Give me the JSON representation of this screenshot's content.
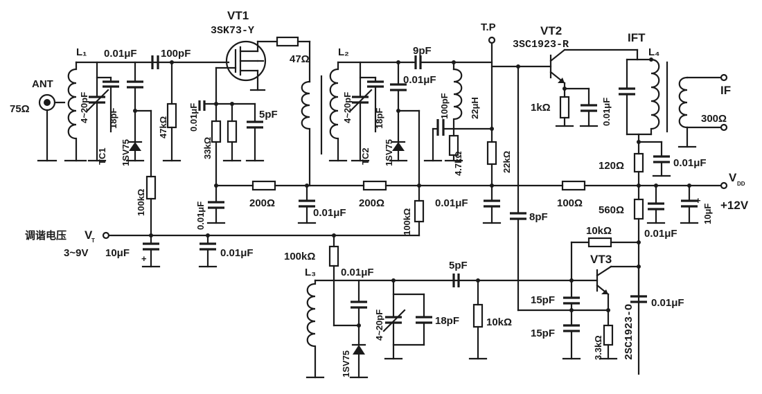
{
  "labels": {
    "ant": "ANT",
    "ohm75": "75Ω",
    "l1": "L₁",
    "l2": "L₂",
    "l3": "L₃",
    "l4": "L₄",
    "vt1": "VT1",
    "vt1_part": "3SK73-Y",
    "vt2": "VT2",
    "vt2_part": "3SC1923-R",
    "vt3": "VT3",
    "vt3_part": "2SC1923-O",
    "tp": "T.P",
    "ift": "IFT",
    "if_out": "IF",
    "if_ohm": "300Ω",
    "vdd": "V",
    "vdd_sub": "DD",
    "plus12": "+12V",
    "tune": "调谐电压",
    "vt": "V",
    "vt_sub": "T",
    "tune_range": "3~9V",
    "tc1": "TC1",
    "tc2": "TC2",
    "d1": "1SV75",
    "d2": "1SV75",
    "d3": "1SV75",
    "plus": "+"
  },
  "components": {
    "c_in_001": "0.01μF",
    "c_100p": "100pF",
    "r_47": "47Ω",
    "tc1_val": "4~20pF",
    "c18p_1": "18pF",
    "r47k": "47kΩ",
    "c_gate_001": "0.01μF",
    "r33k": "33kΩ",
    "c5p": "5pF",
    "r100k_1": "100kΩ",
    "c_vt_10u": "10μF",
    "c_vt_001": "0.01μF",
    "c_left_001": "0.01μF",
    "r200_1": "200Ω",
    "c_mid_001": "0.01μF",
    "r200_2": "200Ω",
    "tc2_val": "4~20pF",
    "c18p_2": "18pF",
    "c9p": "9pF",
    "c_001_2": "0.01μF",
    "c100p_2": "100pF",
    "l22u": "22μH",
    "r4k7": "4.7kΩ",
    "r22k": "22kΩ",
    "r100k_2": "100kΩ",
    "c_tp_001": "0.01μF",
    "r1k": "1kΩ",
    "c_e_001": "0.01μF",
    "r120": "120Ω",
    "c_ift_001": "0.01μF",
    "r100": "100Ω",
    "r560": "560Ω",
    "c_vdd_001": "0.01μF",
    "c_vdd_10u": "10μF",
    "c8p": "8pF",
    "r10k_fb": "10kΩ",
    "r100k_3": "100kΩ",
    "c_osc_001": "0.01μF",
    "c5p_2": "5pF",
    "tc3_val": "4~20pF",
    "c18p_3": "18pF",
    "r10k_b": "10kΩ",
    "c15p_1": "15pF",
    "c15p_2": "15pF",
    "r3k3": "3.3kΩ",
    "c_osc_002": "0.01μF"
  }
}
